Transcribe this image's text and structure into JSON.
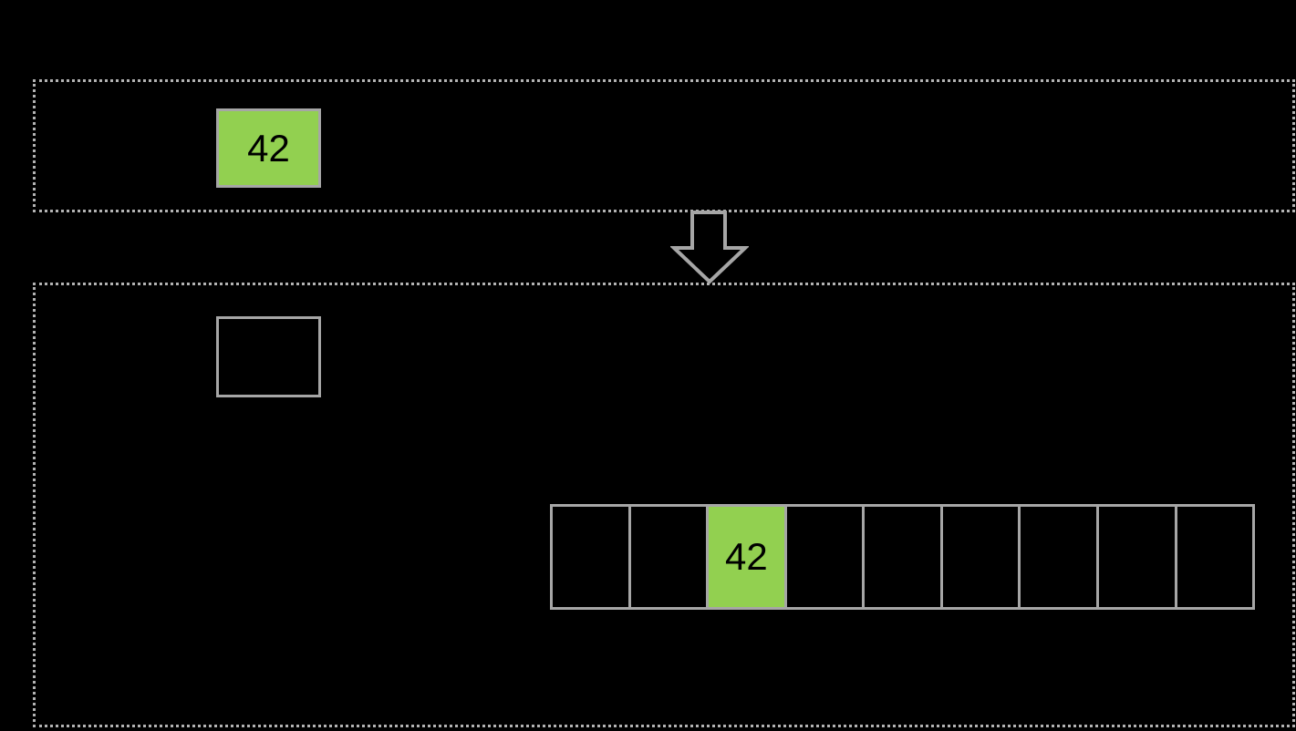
{
  "top_frame": {
    "value_box": {
      "value": "42"
    }
  },
  "arrow": {
    "direction": "down"
  },
  "bottom_frame": {
    "empty_box": {
      "value": ""
    },
    "array_row": {
      "cells": [
        "",
        "",
        "42",
        "",
        "",
        "",
        "",
        "",
        ""
      ],
      "highlighted_index": 2
    }
  },
  "colors": {
    "background": "#000000",
    "dashed_frame_border": "#b3b3b3",
    "solid_border": "#a6a6a6",
    "highlight_fill": "#92d050",
    "value_text": "#000000",
    "arrow_outline": "#a6a6a6"
  }
}
